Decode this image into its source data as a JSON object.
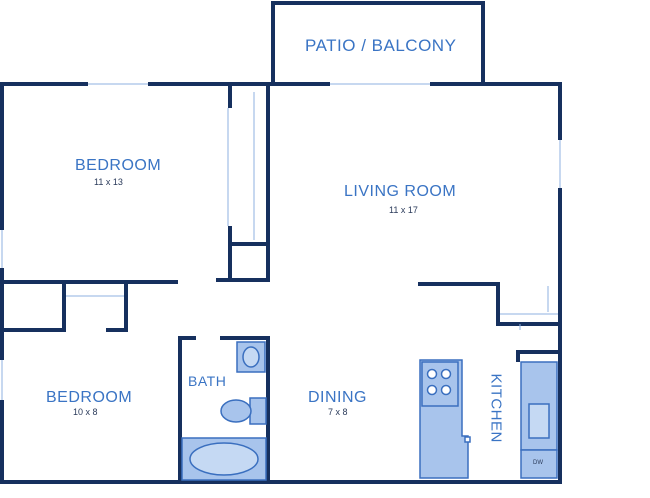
{
  "plan": {
    "colors": {
      "wall": "#16305e",
      "fixture_fill": "#a8c4ec",
      "fixture_stroke": "#3a6fbf",
      "label": "#3a74c4",
      "dimension": "#2a3a5a"
    },
    "rooms": [
      {
        "id": "patio",
        "name": "PATIO / BALCONY",
        "size": ""
      },
      {
        "id": "bedroom1",
        "name": "BEDROOM",
        "size": "11 x 13"
      },
      {
        "id": "living",
        "name": "LIVING ROOM",
        "size": "11 x 17"
      },
      {
        "id": "bedroom2",
        "name": "BEDROOM",
        "size": "10 x 8"
      },
      {
        "id": "bath",
        "name": "BATH",
        "size": ""
      },
      {
        "id": "dining",
        "name": "DINING",
        "size": "7 x 8"
      },
      {
        "id": "kitchen",
        "name": "KITCHEN",
        "size": ""
      }
    ],
    "appliances": {
      "dishwasher": "DW"
    }
  }
}
